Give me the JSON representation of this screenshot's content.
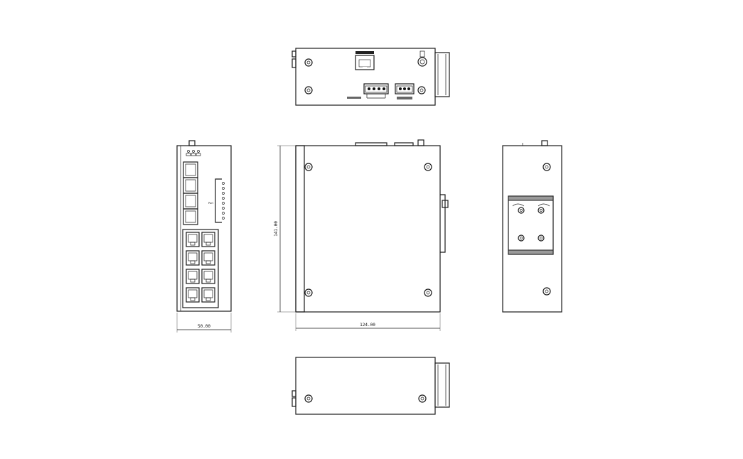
{
  "dimensions": {
    "width_front": "50.00",
    "height_side": "141.00",
    "depth_side": "124.00"
  },
  "front_labels": {
    "ports_label": "Port"
  }
}
